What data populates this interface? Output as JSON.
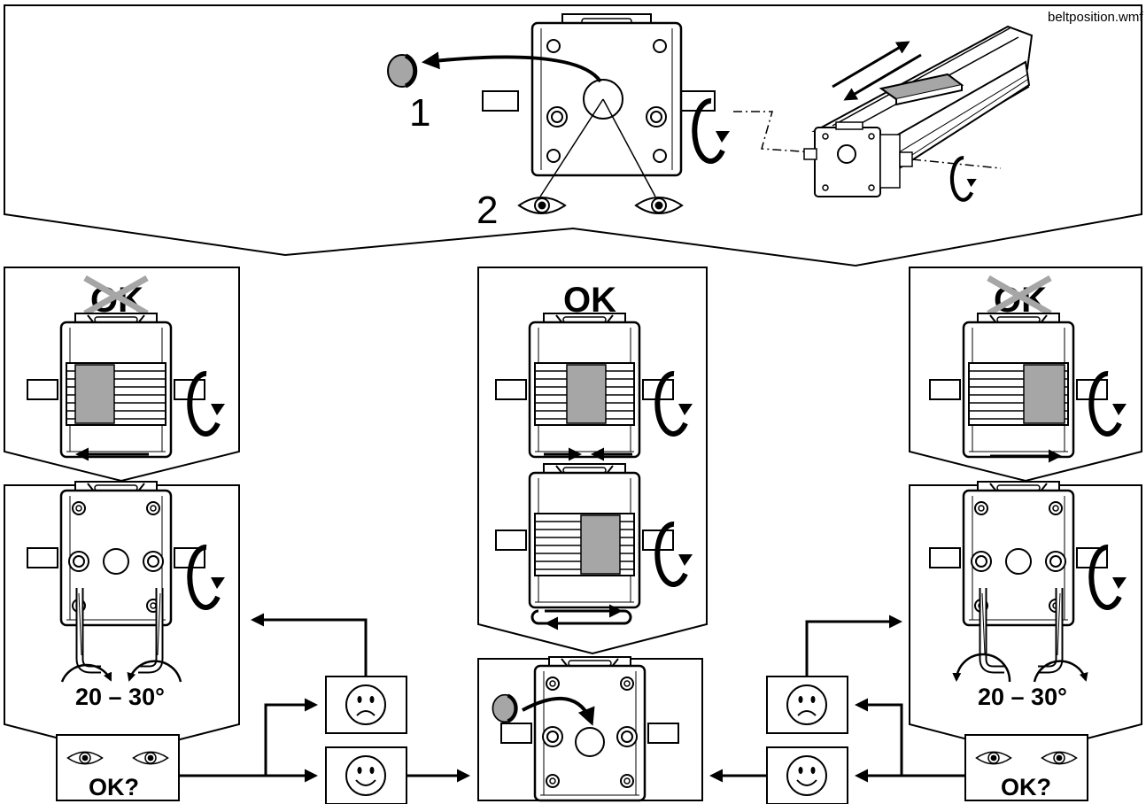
{
  "filename": "beltposition.wmf",
  "step_labels": [
    "1",
    "2"
  ],
  "ok_label": "OK",
  "ok_question": "OK?",
  "angle_label": "20 – 30°",
  "colors": {
    "ink": "#000000",
    "belt": "#a6a6a6",
    "cross": "#a6a6a6",
    "panel": "#ffffff"
  },
  "icons": [
    "cap-icon",
    "eye-icon",
    "rotate-icon",
    "arrow-icon",
    "sad-face-icon",
    "happy-face-icon",
    "hex-key-icon",
    "cross-out-icon",
    "linear-axis-icon"
  ]
}
